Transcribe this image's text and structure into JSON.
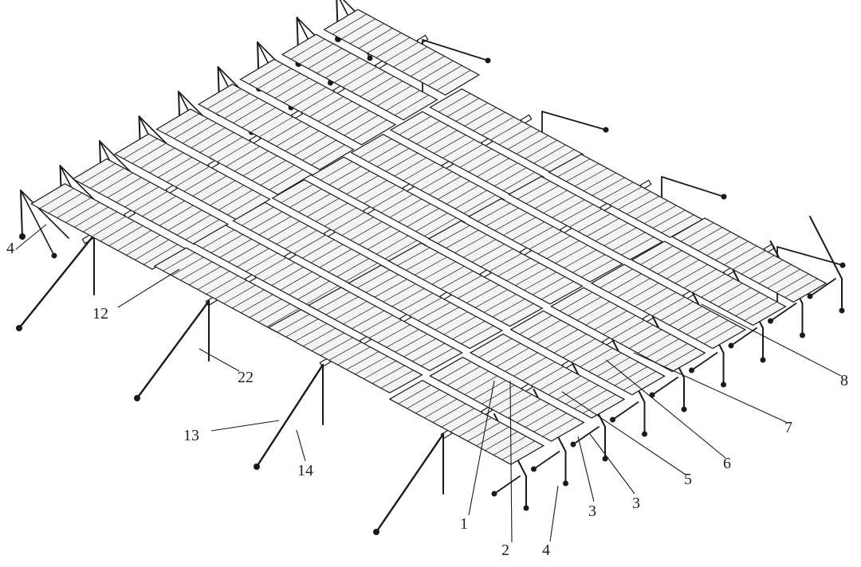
{
  "figure": {
    "reference_numerals": [
      "1",
      "2",
      "3",
      "3",
      "4",
      "4",
      "5",
      "6",
      "7",
      "8",
      "12",
      "13",
      "14",
      "22"
    ],
    "colors": {
      "line": "#1a1a1a",
      "panel_fill": "#f4f4f4",
      "background": "#ffffff"
    }
  }
}
